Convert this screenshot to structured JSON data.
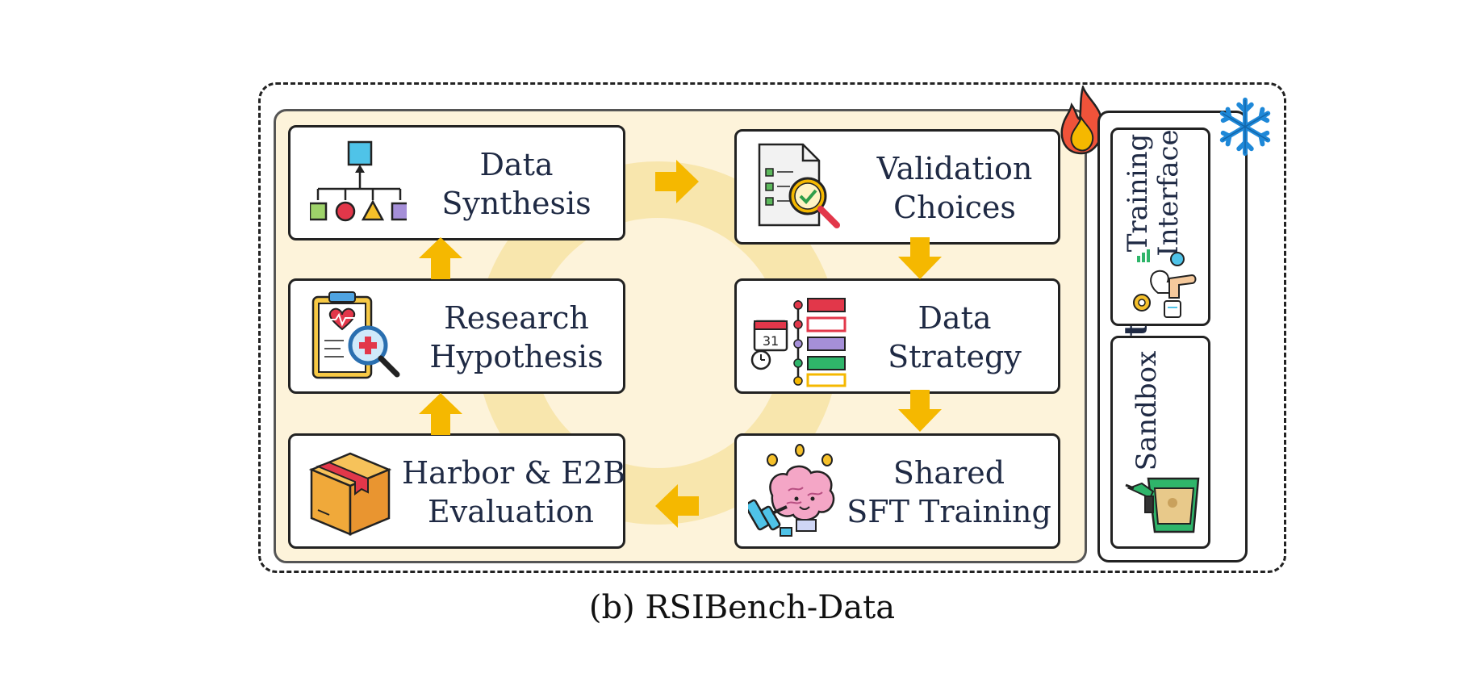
{
  "cards": {
    "data_synthesis": [
      "Data",
      "Synthesis"
    ],
    "validation_choices": [
      "Validation",
      "Choices"
    ],
    "research_hypothesis": [
      "Research",
      "Hypothesis"
    ],
    "data_strategy": [
      "Data",
      "Strategy"
    ],
    "evaluation": [
      "Harbor & E2B",
      "Evaluation"
    ],
    "sft_training": [
      "Shared",
      "SFT Training"
    ]
  },
  "infrastructure": {
    "title": "Infrastructure",
    "training_interface": [
      "Training",
      "Interface"
    ],
    "sandbox": "Sandbox"
  },
  "caption": "(b) RSIBench-Data",
  "colors": {
    "panel_bg": "#fdf3da",
    "arrow": "#f5b800",
    "ring": "#f7e3a4",
    "text": "#1f2a44"
  }
}
